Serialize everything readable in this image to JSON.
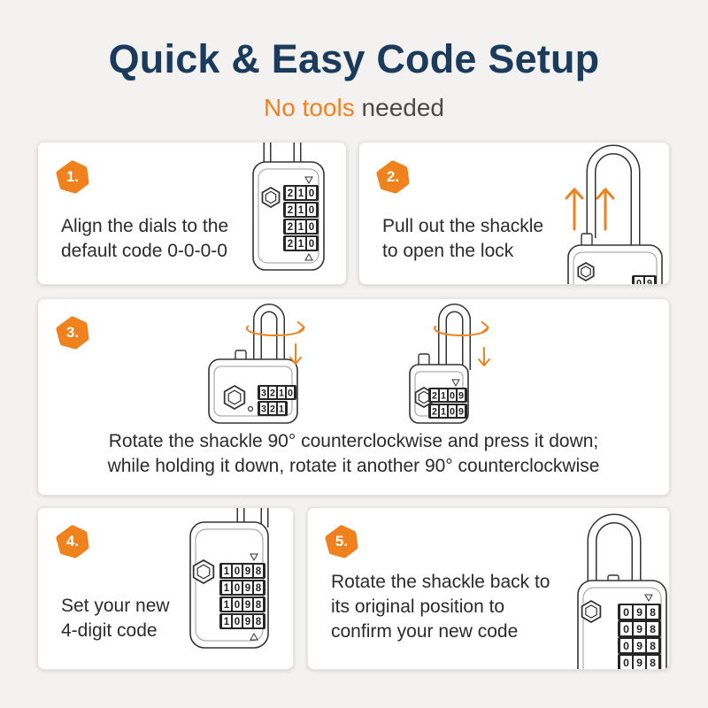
{
  "title": "Quick & Easy Code Setup",
  "subtitle": {
    "highlight": "No tools",
    "rest": "needed"
  },
  "colors": {
    "title": "#1b3b5d",
    "accent": "#f0821e",
    "text": "#2b2b2b",
    "background": "#f3f2f1",
    "card": "#ffffff",
    "ink": "#333333"
  },
  "icons": {
    "badge": "step-badge-icon",
    "logo": "hexagon-logo-icon",
    "arrow_up": "arrow-up-icon",
    "rotate": "rotate-arrow-icon",
    "arrow_down": "arrow-down-icon"
  },
  "steps": [
    {
      "number": "1.",
      "lines": [
        "Align the dials to the",
        "default code 0-0-0-0"
      ],
      "dials": [
        "210",
        "210",
        "210",
        "210"
      ]
    },
    {
      "number": "2.",
      "lines": [
        "Pull out the shackle",
        "to open the lock"
      ],
      "dials": [
        "09"
      ]
    },
    {
      "number": "3.",
      "lines": [
        "Rotate the shackle 90° counterclockwise and press it down;",
        "while holding it down, rotate it another 90° counterclockwise"
      ],
      "dials_left": [
        "3210",
        "321"
      ],
      "dials_right": [
        "2109",
        "2109"
      ]
    },
    {
      "number": "4.",
      "lines": [
        "Set your new",
        "4-digit code"
      ],
      "dials": [
        "1098",
        "1098",
        "1098",
        "1098"
      ]
    },
    {
      "number": "5.",
      "lines": [
        "Rotate the shackle back to",
        "its original position to",
        "confirm your new code"
      ],
      "dials": [
        "098",
        "098",
        "098",
        "098"
      ]
    }
  ]
}
